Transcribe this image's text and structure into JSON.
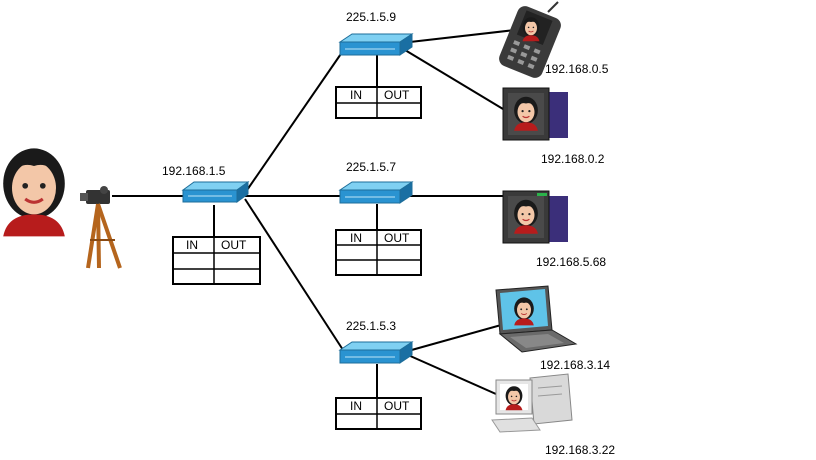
{
  "source": {
    "name": "presenter"
  },
  "routers": [
    {
      "id": "r-main",
      "ip": "192.168.1.5",
      "table": {
        "in": "IN",
        "out": "OUT"
      }
    },
    {
      "id": "r-top",
      "ip": "225.1.5.9",
      "table": {
        "in": "IN",
        "out": "OUT"
      }
    },
    {
      "id": "r-middle",
      "ip": "225.1.5.7",
      "table": {
        "in": "IN",
        "out": "OUT"
      }
    },
    {
      "id": "r-bottom",
      "ip": "225.1.5.3",
      "table": {
        "in": "IN",
        "out": "OUT"
      }
    }
  ],
  "receivers": [
    {
      "id": "phone",
      "device": "mobile-phone-icon",
      "ip": "192.168.0.5"
    },
    {
      "id": "monitor1",
      "device": "monitor-icon",
      "ip": "192.168.0.2"
    },
    {
      "id": "monitor2",
      "device": "monitor-icon",
      "ip": "192.168.5.68"
    },
    {
      "id": "laptop",
      "device": "laptop-icon",
      "ip": "192.168.3.14"
    },
    {
      "id": "desktop",
      "device": "desktop-pc-icon",
      "ip": "192.168.3.22"
    }
  ]
}
